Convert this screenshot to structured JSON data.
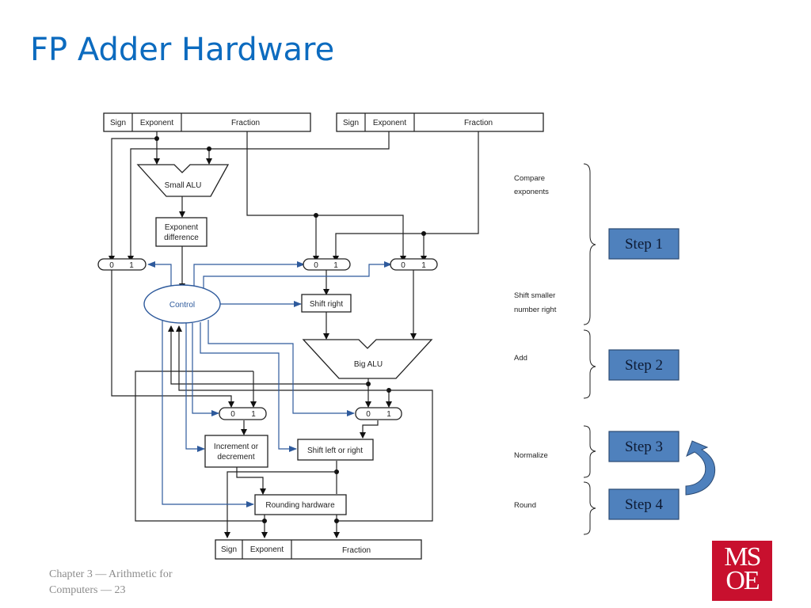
{
  "slide": {
    "title": "FP Adder Hardware",
    "footer_line1": "Chapter 3 — Arithmetic for",
    "footer_line2": "Computers — 23",
    "logo_top": "MS",
    "logo_bottom": "OE",
    "title_color": "#0c6bbf",
    "logo_color": "#c8102e"
  },
  "diagram": {
    "input_a": {
      "sign": "Sign",
      "exponent": "Exponent",
      "fraction": "Fraction"
    },
    "input_b": {
      "sign": "Sign",
      "exponent": "Exponent",
      "fraction": "Fraction"
    },
    "output": {
      "sign": "Sign",
      "exponent": "Exponent",
      "fraction": "Fraction"
    },
    "small_alu": "Small ALU",
    "exp_diff_line1": "Exponent",
    "exp_diff_line2": "difference",
    "control": "Control",
    "shift_right": "Shift right",
    "big_alu": "Big ALU",
    "inc_dec_line1": "Increment or",
    "inc_dec_line2": "decrement",
    "shift_lr": "Shift left or right",
    "rounding": "Rounding hardware",
    "mux_0": "0",
    "mux_1": "1",
    "control_color": "#2e5a9c"
  },
  "stages": [
    {
      "line1": "Compare",
      "line2": "exponents"
    },
    {
      "line1": "Shift smaller",
      "line2": "number right"
    },
    {
      "line1": "Add"
    },
    {
      "line1": "Normalize"
    },
    {
      "line1": "Round"
    }
  ],
  "steps": [
    {
      "label": "Step 1"
    },
    {
      "label": "Step 2"
    },
    {
      "label": "Step 3"
    },
    {
      "label": "Step 4"
    }
  ],
  "step_box_color": "#4f81bd",
  "loop_arrow": "step4-to-step3"
}
